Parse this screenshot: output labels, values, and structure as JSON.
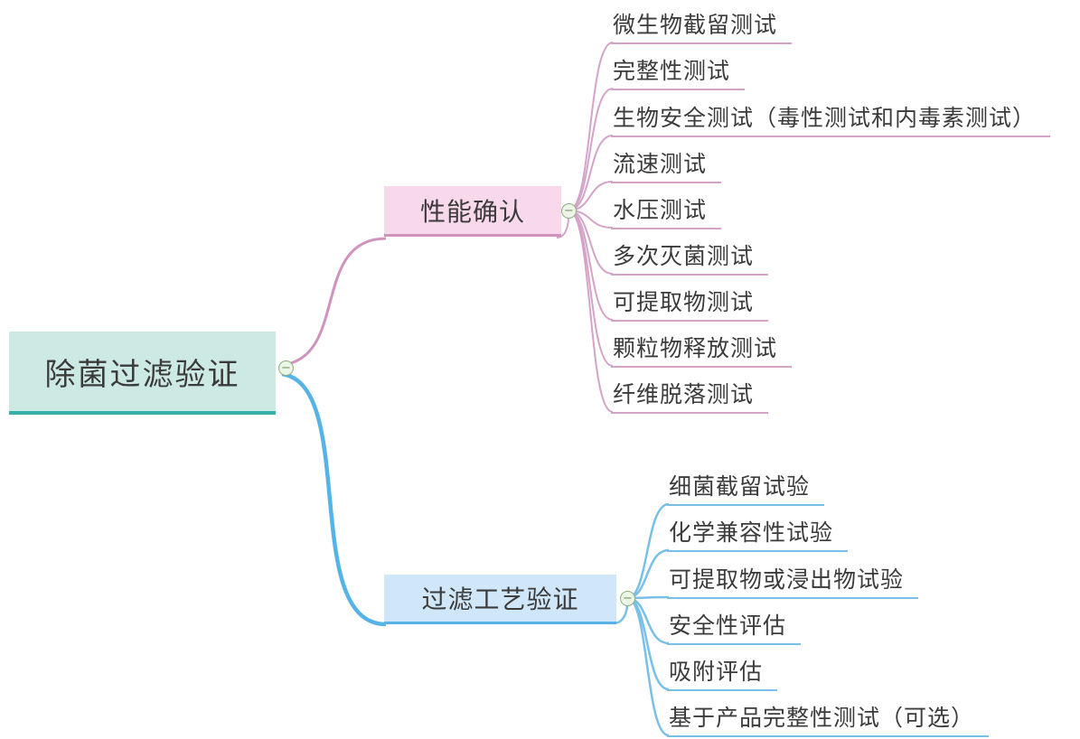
{
  "root": {
    "label": "除菌过滤验证",
    "fill": "#cde9e4",
    "line_color": "#36b0a8"
  },
  "branches": [
    {
      "label": "性能确认",
      "fill": "#f8d9ec",
      "line_color": "#cf93bd",
      "children": [
        {
          "label": "微生物截留测试"
        },
        {
          "label": "完整性测试"
        },
        {
          "label": "生物安全测试（毒性测试和内毒素测试）"
        },
        {
          "label": "流速测试"
        },
        {
          "label": "水压测试"
        },
        {
          "label": "多次灭菌测试"
        },
        {
          "label": "可提取物测试"
        },
        {
          "label": "颗粒物释放测试"
        },
        {
          "label": "纤维脱落测试"
        }
      ]
    },
    {
      "label": "过滤工艺验证",
      "fill": "#cfe7f8",
      "line_color": "#56b3e5",
      "children": [
        {
          "label": "细菌截留试验"
        },
        {
          "label": "化学兼容性试验"
        },
        {
          "label": "可提取物或浸出物试验"
        },
        {
          "label": "安全性评估"
        },
        {
          "label": "吸附评估"
        },
        {
          "label": "基于产品完整性测试（可选）"
        }
      ]
    }
  ],
  "collapse_icon": {
    "glyph": "−",
    "fill": "#ecf6e6",
    "border_color": "#8fae85"
  }
}
